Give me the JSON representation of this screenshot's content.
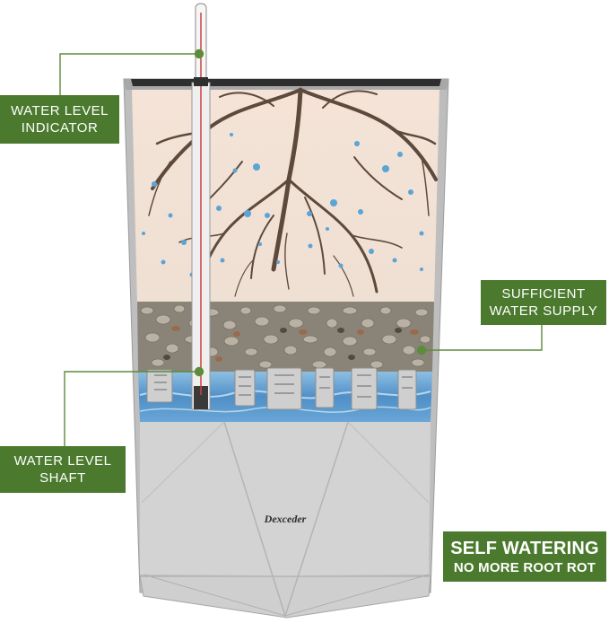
{
  "callouts": {
    "water_level_indicator": {
      "line1": "WATER LEVEL",
      "line2": "INDICATOR"
    },
    "sufficient_water_supply": {
      "line1": "SUFFICIENT",
      "line2": "WATER SUPPLY"
    },
    "water_level_shaft": {
      "line1": "WATER LEVEL",
      "line2": "SHAFT"
    },
    "badge": {
      "title": "SELF WATERING",
      "subtitle": "NO MORE ROOT ROT"
    }
  },
  "brand": "Dexceder",
  "colors": {
    "label_green": "#4b7a2e",
    "planter_gray": "#c9c9c9",
    "water_blue": "#5a97c9",
    "soil_tint": "#f3e2d6",
    "root_brown": "#5e4a3c"
  }
}
